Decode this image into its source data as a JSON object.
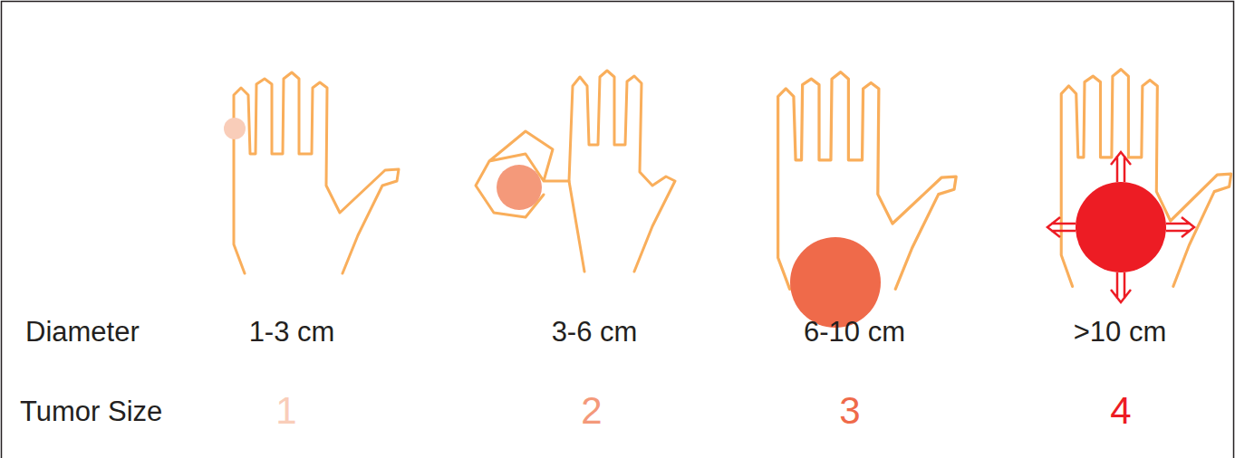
{
  "diagram": {
    "labels": [
      "Diameter",
      "1-3 cm",
      "3-6 cm",
      "6-10 cm",
      ">10 cm",
      "Tumor Size",
      "1",
      "2",
      "3",
      "4"
    ]
  }
}
